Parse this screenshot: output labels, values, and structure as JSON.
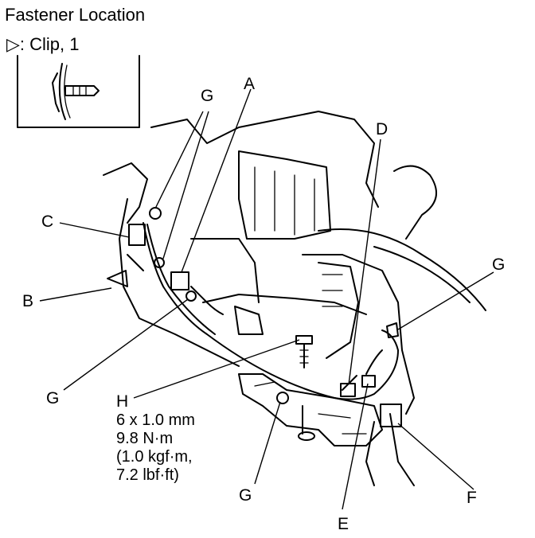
{
  "title": "Fastener Location",
  "legend": {
    "symbol": "▷",
    "text": ": Clip, 1"
  },
  "labels": {
    "a": "A",
    "b": "B",
    "c": "C",
    "d": "D",
    "e": "E",
    "f": "F",
    "g_top": "G",
    "g_right": "G",
    "g_left": "G",
    "g_bottom": "G",
    "h": "H"
  },
  "bolt_spec": [
    "6 x 1.0 mm",
    "9.8 N·m",
    "(1.0 kgf·m,",
    "7.2 lbf·ft)"
  ]
}
